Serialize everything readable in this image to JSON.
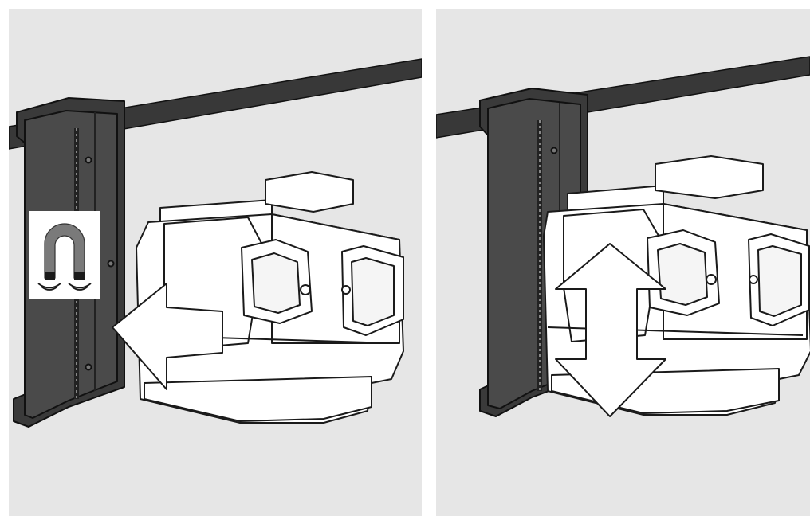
{
  "figure": {
    "background_color": "#e6e6e6",
    "panels": [
      {
        "id": "step-1",
        "icons": [
          "magnet-icon",
          "left-arrow-icon"
        ],
        "objects": [
          "rail-bracket",
          "rail-bar",
          "cross-line-laser"
        ]
      },
      {
        "id": "step-2",
        "icons": [
          "up-down-arrow-icon"
        ],
        "objects": [
          "rail-bracket",
          "rail-bar",
          "cross-line-laser"
        ]
      }
    ]
  },
  "colors": {
    "panel_bg": "#e6e6e6",
    "bracket": "#333333",
    "outline": "#1a1a1a",
    "laser_body": "#ffffff",
    "magnet_gray": "#7a7a7a"
  }
}
